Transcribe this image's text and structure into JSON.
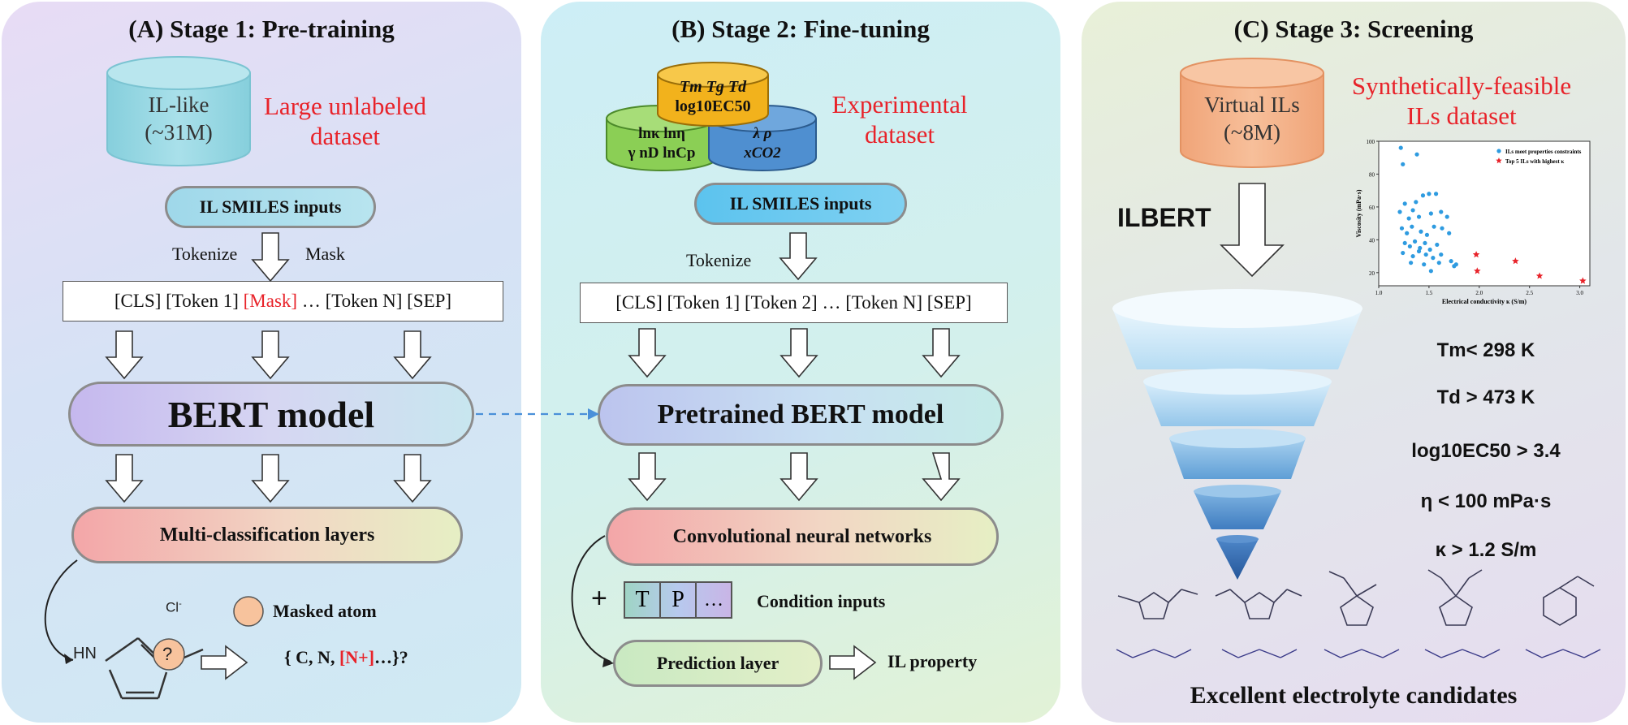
{
  "panel_a": {
    "title": "(A) Stage 1: Pre-training",
    "cylinder_line1": "IL-like",
    "cylinder_line2": "(~31M)",
    "dataset_line1": "Large unlabeled",
    "dataset_line2": "dataset",
    "input_label": "IL SMILES inputs",
    "tokenize_label": "Tokenize",
    "mask_label": "Mask",
    "tokens_before": "[CLS] [Token 1] ",
    "tokens_mask": "[Mask]",
    "tokens_after": " … [Token N] [SEP]",
    "model_label": "BERT model",
    "layer_label": "Multi-classification layers",
    "chloride": "Cl",
    "nh_label": "HN",
    "question_mark": "?",
    "masked_atom_label": "Masked atom",
    "candidates_prefix": "{ C, N, ",
    "candidates_highlight": "[N+]",
    "candidates_suffix": "…}?"
  },
  "panel_b": {
    "title": "(B) Stage 2: Fine-tuning",
    "props_top_line1": "Tm  Tg  Td",
    "props_top_line2": "log10EC50",
    "props_left_line1": "lnκ  lnη",
    "props_left_line2": "γ  nD  lnCp",
    "props_right_line1": "λ  ρ",
    "props_right_line2": "xCO2",
    "dataset_line1": "Experimental",
    "dataset_line2": "dataset",
    "input_label": "IL SMILES inputs",
    "tokenize_label": "Tokenize",
    "tokens": "[CLS] [Token 1] [Token 2] … [Token N] [SEP]",
    "model_label": "Pretrained BERT model",
    "cnn_label": "Convolutional neural networks",
    "plus": "+",
    "cond_t": "T",
    "cond_p": "P",
    "cond_more": "…",
    "condition_label": "Condition inputs",
    "prediction_label": "Prediction layer",
    "output_label": "IL property"
  },
  "panel_c": {
    "title": "(C) Stage 3: Screening",
    "cylinder_line1": "Virtual ILs",
    "cylinder_line2": "(~8M)",
    "dataset_line1": "Synthetically-feasible",
    "dataset_line2": "ILs dataset",
    "model_name": "ILBERT",
    "criteria": [
      "Tm< 298 K",
      "Td > 473 K",
      "log10EC50 > 3.4",
      "η < 100 mPa·s",
      "κ > 1.2 S/m"
    ],
    "footer": "Excellent electrolyte candidates"
  },
  "chart_data": {
    "type": "scatter",
    "xlabel": "Electrical conductivity κ (S/m)",
    "ylabel": "Viscosity (mPa·s)",
    "xlim": [
      1.0,
      3.1
    ],
    "ylim": [
      12,
      100
    ],
    "xticks": [
      1.0,
      1.5,
      2.0,
      2.5,
      3.0
    ],
    "yticks": [
      20,
      40,
      60,
      80,
      100
    ],
    "series": [
      {
        "name": "ILs meet properties constraints",
        "color": "#2e9be0",
        "marker": "circle",
        "points": [
          [
            1.22,
            96
          ],
          [
            1.24,
            86
          ],
          [
            1.38,
            92
          ],
          [
            1.21,
            57
          ],
          [
            1.26,
            62
          ],
          [
            1.3,
            53
          ],
          [
            1.34,
            58
          ],
          [
            1.37,
            63
          ],
          [
            1.44,
            67
          ],
          [
            1.5,
            68
          ],
          [
            1.57,
            68
          ],
          [
            1.4,
            54
          ],
          [
            1.52,
            56
          ],
          [
            1.62,
            57
          ],
          [
            1.68,
            54
          ],
          [
            1.23,
            47
          ],
          [
            1.28,
            44
          ],
          [
            1.33,
            48
          ],
          [
            1.42,
            45
          ],
          [
            1.48,
            43
          ],
          [
            1.55,
            48
          ],
          [
            1.63,
            47
          ],
          [
            1.7,
            44
          ],
          [
            1.26,
            38
          ],
          [
            1.31,
            36
          ],
          [
            1.36,
            39
          ],
          [
            1.41,
            35
          ],
          [
            1.46,
            38
          ],
          [
            1.51,
            34
          ],
          [
            1.58,
            37
          ],
          [
            1.24,
            32
          ],
          [
            1.34,
            30
          ],
          [
            1.4,
            33
          ],
          [
            1.47,
            31
          ],
          [
            1.54,
            29
          ],
          [
            1.62,
            31
          ],
          [
            1.72,
            27
          ],
          [
            1.32,
            26
          ],
          [
            1.45,
            25
          ],
          [
            1.6,
            26
          ],
          [
            1.75,
            24
          ],
          [
            1.52,
            21
          ],
          [
            1.77,
            25
          ]
        ]
      },
      {
        "name": "Top 5 ILs with highest κ",
        "color": "#e8232a",
        "marker": "star",
        "points": [
          [
            1.97,
            31
          ],
          [
            1.98,
            21
          ],
          [
            2.36,
            27
          ],
          [
            2.6,
            18
          ],
          [
            3.03,
            15
          ]
        ]
      }
    ]
  }
}
